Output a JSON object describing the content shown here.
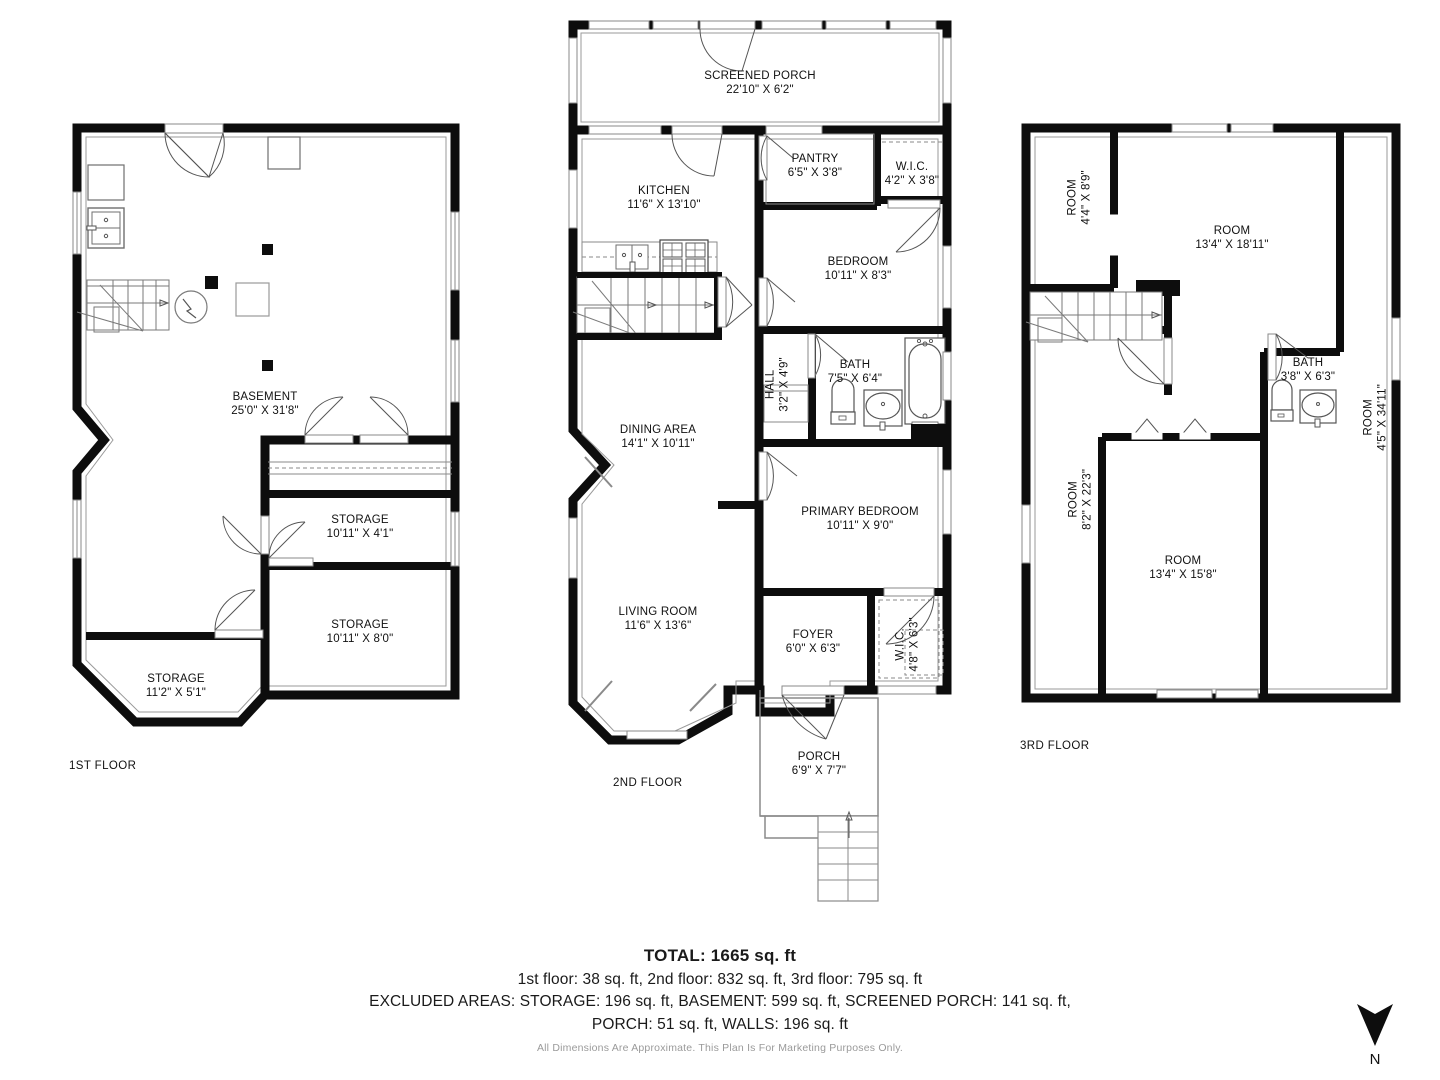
{
  "document": {
    "type": "real-estate-floor-plan",
    "disclaimer": "All Dimensions Are Approximate. This Plan Is For Marketing Purposes Only.",
    "colors": {
      "wall": "#0d0d0d",
      "thin_line": "#8a8a8a",
      "background": "#ffffff",
      "text": "#111111",
      "disclaimer_text": "#9a9a9a"
    }
  },
  "compass": {
    "icon": "north-arrow-icon",
    "letter": "N",
    "direction": "down"
  },
  "floors": [
    {
      "id": "floor-1",
      "tag": "1ST FLOOR",
      "rooms": [
        {
          "name": "BASEMENT",
          "dims": "25'0\" X 31'8\""
        },
        {
          "name": "STORAGE",
          "dims": "10'11\" X 4'1\""
        },
        {
          "name": "STORAGE",
          "dims": "10'11\" X 8'0\""
        },
        {
          "name": "STORAGE",
          "dims": "11'2\" X 5'1\""
        }
      ]
    },
    {
      "id": "floor-2",
      "tag": "2ND FLOOR",
      "rooms": [
        {
          "name": "SCREENED PORCH",
          "dims": "22'10\" X 6'2\""
        },
        {
          "name": "KITCHEN",
          "dims": "11'6\" X 13'10\""
        },
        {
          "name": "PANTRY",
          "dims": "6'5\" X 3'8\""
        },
        {
          "name": "W.I.C.",
          "dims": "4'2\" X 3'8\""
        },
        {
          "name": "BEDROOM",
          "dims": "10'11\" X 8'3\""
        },
        {
          "name": "HALL",
          "dims": "3'2\" X 4'9\""
        },
        {
          "name": "BATH",
          "dims": "7'5\" X 6'4\""
        },
        {
          "name": "DINING AREA",
          "dims": "14'1\" X 10'11\""
        },
        {
          "name": "PRIMARY BEDROOM",
          "dims": "10'11\" X 9'0\""
        },
        {
          "name": "LIVING ROOM",
          "dims": "11'6\" X 13'6\""
        },
        {
          "name": "FOYER",
          "dims": "6'0\" X 6'3\""
        },
        {
          "name": "W.I.C.",
          "dims": "4'8\" X 6'3\""
        },
        {
          "name": "PORCH",
          "dims": "6'9\" X 7'7\""
        }
      ]
    },
    {
      "id": "floor-3",
      "tag": "3RD FLOOR",
      "rooms": [
        {
          "name": "ROOM",
          "dims": "4'4\" X 8'9\""
        },
        {
          "name": "ROOM",
          "dims": "13'4\" X 18'11\""
        },
        {
          "name": "BATH",
          "dims": "3'8\" X 6'3\""
        },
        {
          "name": "ROOM",
          "dims": "4'5\" X 34'11\""
        },
        {
          "name": "ROOM",
          "dims": "8'2\" X 22'3\""
        },
        {
          "name": "ROOM",
          "dims": "13'4\" X 15'8\""
        }
      ]
    }
  ],
  "summary": {
    "total": "TOTAL: 1665 sq. ft",
    "per_floor": "1st floor: 38 sq. ft, 2nd floor: 832 sq. ft, 3rd floor: 795 sq. ft",
    "excluded_1": "EXCLUDED AREAS: STORAGE: 196 sq. ft, BASEMENT: 599 sq. ft, SCREENED PORCH: 141 sq. ft,",
    "excluded_2": "PORCH: 51 sq. ft, WALLS: 196 sq. ft"
  }
}
